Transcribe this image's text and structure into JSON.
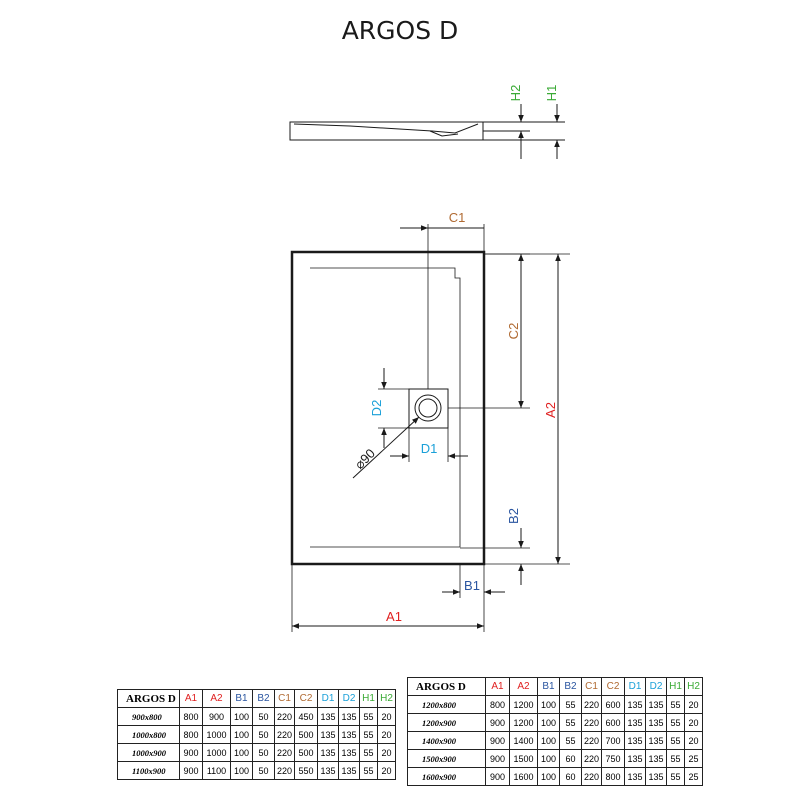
{
  "title": "ARGOS D",
  "colors": {
    "line": "#1a1a1a",
    "A": "#e02020",
    "B": "#2a55a0",
    "C": "#b06a32",
    "D": "#1aa0d8",
    "H": "#3aaa35"
  },
  "labels": {
    "A1": "A1",
    "A2": "A2",
    "B1": "B1",
    "B2": "B2",
    "C1": "C1",
    "C2": "C2",
    "D1": "D1",
    "D2": "D2",
    "H1": "H1",
    "H2": "H2",
    "drain": "⌀90"
  },
  "tables": [
    {
      "name": "ARGOS D",
      "headers": [
        "A1",
        "A2",
        "B1",
        "B2",
        "C1",
        "C2",
        "D1",
        "D2",
        "H1",
        "H2"
      ],
      "rows": [
        {
          "size": "900x800",
          "values": [
            "800",
            "900",
            "100",
            "50",
            "220",
            "450",
            "135",
            "135",
            "55",
            "20"
          ]
        },
        {
          "size": "1000x800",
          "values": [
            "800",
            "1000",
            "100",
            "50",
            "220",
            "500",
            "135",
            "135",
            "55",
            "20"
          ]
        },
        {
          "size": "1000x900",
          "values": [
            "900",
            "1000",
            "100",
            "50",
            "220",
            "500",
            "135",
            "135",
            "55",
            "20"
          ]
        },
        {
          "size": "1100x900",
          "values": [
            "900",
            "1100",
            "100",
            "50",
            "220",
            "550",
            "135",
            "135",
            "55",
            "20"
          ]
        }
      ]
    },
    {
      "name": "ARGOS D",
      "headers": [
        "A1",
        "A2",
        "B1",
        "B2",
        "C1",
        "C2",
        "D1",
        "D2",
        "H1",
        "H2"
      ],
      "rows": [
        {
          "size": "1200x800",
          "values": [
            "800",
            "1200",
            "100",
            "55",
            "220",
            "600",
            "135",
            "135",
            "55",
            "20"
          ]
        },
        {
          "size": "1200x900",
          "values": [
            "900",
            "1200",
            "100",
            "55",
            "220",
            "600",
            "135",
            "135",
            "55",
            "20"
          ]
        },
        {
          "size": "1400x900",
          "values": [
            "900",
            "1400",
            "100",
            "55",
            "220",
            "700",
            "135",
            "135",
            "55",
            "20"
          ]
        },
        {
          "size": "1500x900",
          "values": [
            "900",
            "1500",
            "100",
            "60",
            "220",
            "750",
            "135",
            "135",
            "55",
            "25"
          ]
        },
        {
          "size": "1600x900",
          "values": [
            "900",
            "1600",
            "100",
            "60",
            "220",
            "800",
            "135",
            "135",
            "55",
            "25"
          ]
        }
      ]
    }
  ]
}
